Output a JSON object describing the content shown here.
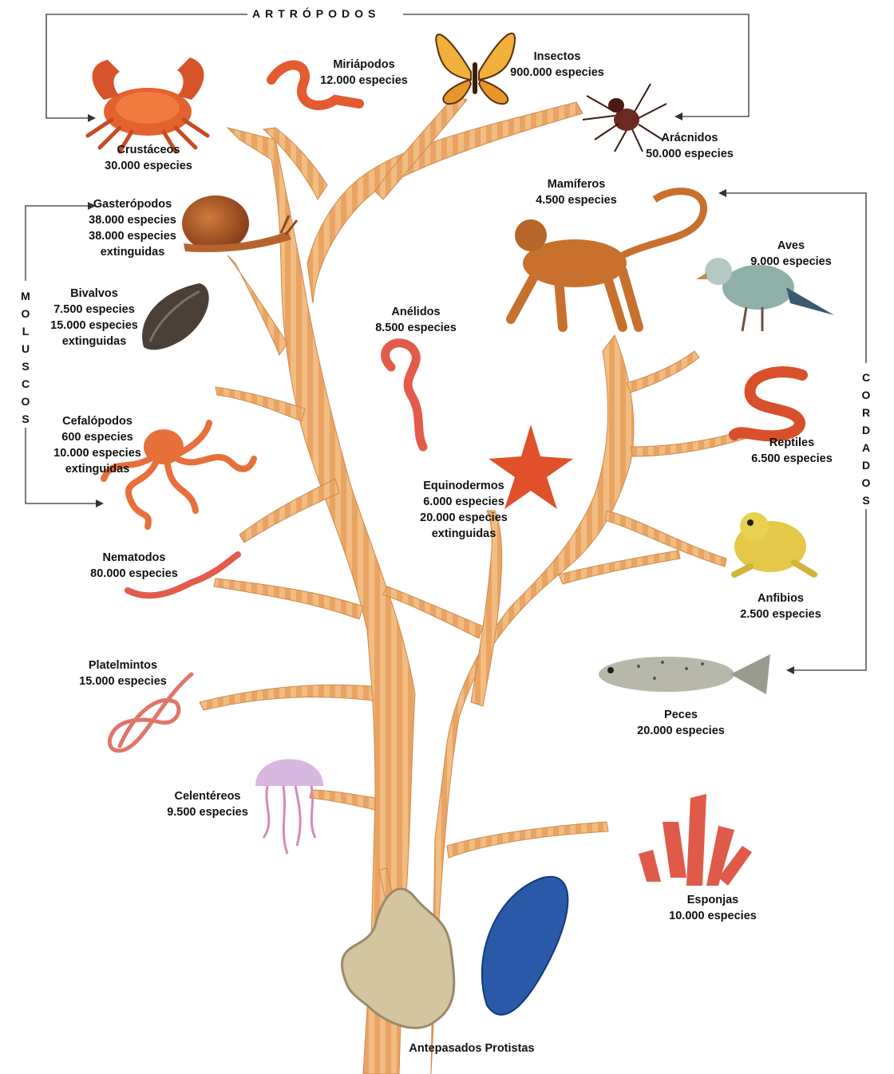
{
  "groups": {
    "artropodos": "ARTRÓPODOS",
    "moluscos": "MOLUSCOS",
    "cordados": "CORDADOS"
  },
  "taxa": {
    "crustaceos": [
      "Crustáceos",
      "30.000 especies"
    ],
    "miriapodos": [
      "Miriápodos",
      "12.000 especies"
    ],
    "insectos": [
      "Insectos",
      "900.000 especies"
    ],
    "aracnidos": [
      "Arácnidos",
      "50.000 especies"
    ],
    "gasteropodos": [
      "Gasterópodos",
      "38.000 especies",
      "38.000 especies",
      "extinguidas"
    ],
    "bivalvos": [
      "Bivalvos",
      "7.500 especies",
      "15.000 especies",
      "extinguidas"
    ],
    "cefalopodos": [
      "Cefalópodos",
      "600 especies",
      "10.000 especies",
      "extinguidas"
    ],
    "mamiferos": [
      "Mamíferos",
      "4.500 especies"
    ],
    "aves": [
      "Aves",
      "9.000 especies"
    ],
    "anelidos": [
      "Anélidos",
      "8.500 especies"
    ],
    "reptiles": [
      "Reptiles",
      "6.500 especies"
    ],
    "equinodermos": [
      "Equinodermos",
      "6.000 especies",
      "20.000 especies",
      "extinguidas"
    ],
    "nematodos": [
      "Nematodos",
      "80.000 especies"
    ],
    "anfibios": [
      "Anfibios",
      "2.500 especies"
    ],
    "platelmintos": [
      "Platelmintos",
      "15.000 especies"
    ],
    "peces": [
      "Peces",
      "20.000 especies"
    ],
    "celentereos": [
      "Celentéreos",
      "9.500 especies"
    ],
    "esponjas": [
      "Esponjas",
      "10.000 especies"
    ]
  },
  "root": "Antepasados Protistas"
}
